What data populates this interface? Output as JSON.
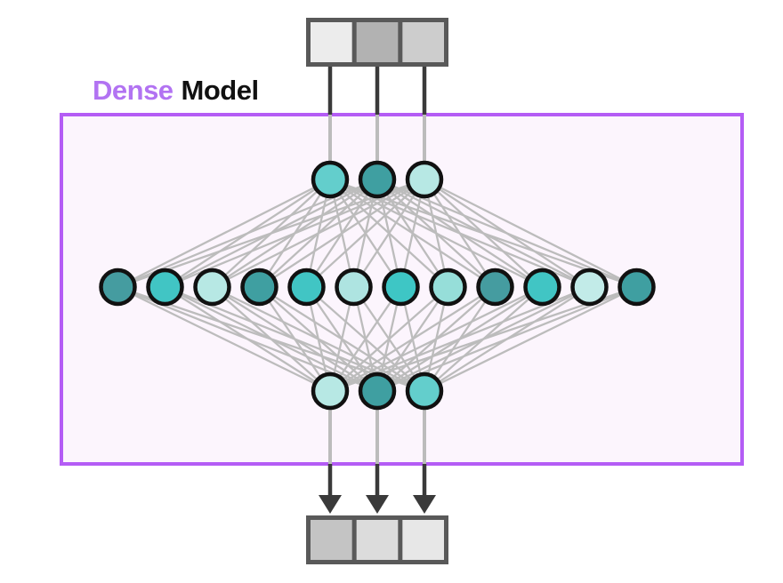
{
  "title": {
    "dense": "Dense",
    "model": "Model"
  },
  "colors": {
    "page_bg": "#FFFFFF",
    "box_border": "#B45CF5",
    "box_bg": "#FCF5FD",
    "title_dense": "#B273F2",
    "title_model": "#111111",
    "token_border": "#595959",
    "dark_line": "#3A3A3A",
    "gray_line": "#BCBCBC",
    "node_stroke": "#111111"
  },
  "input_tokens": {
    "cells": [
      "#ECECEC",
      "#B2B2B2",
      "#CDCDCD"
    ]
  },
  "output_tokens": {
    "cells": [
      "#C4C4C4",
      "#DCDCDC",
      "#E7E7E7"
    ]
  },
  "network": {
    "connectivity": "fully-connected",
    "top_nodes": [
      "#63CECC",
      "#3F9FA1",
      "#B7E8E4"
    ],
    "middle_nodes": [
      "#459CA0",
      "#41C5C4",
      "#B7E8E4",
      "#3F9FA1",
      "#41C5C4",
      "#AEE4E1",
      "#3EC6C5",
      "#96DED9",
      "#459CA0",
      "#41C5C4",
      "#C2EBE8",
      "#3F9FA1"
    ],
    "bottom_nodes": [
      "#B7E8E4",
      "#3F9FA1",
      "#63CECC"
    ]
  }
}
